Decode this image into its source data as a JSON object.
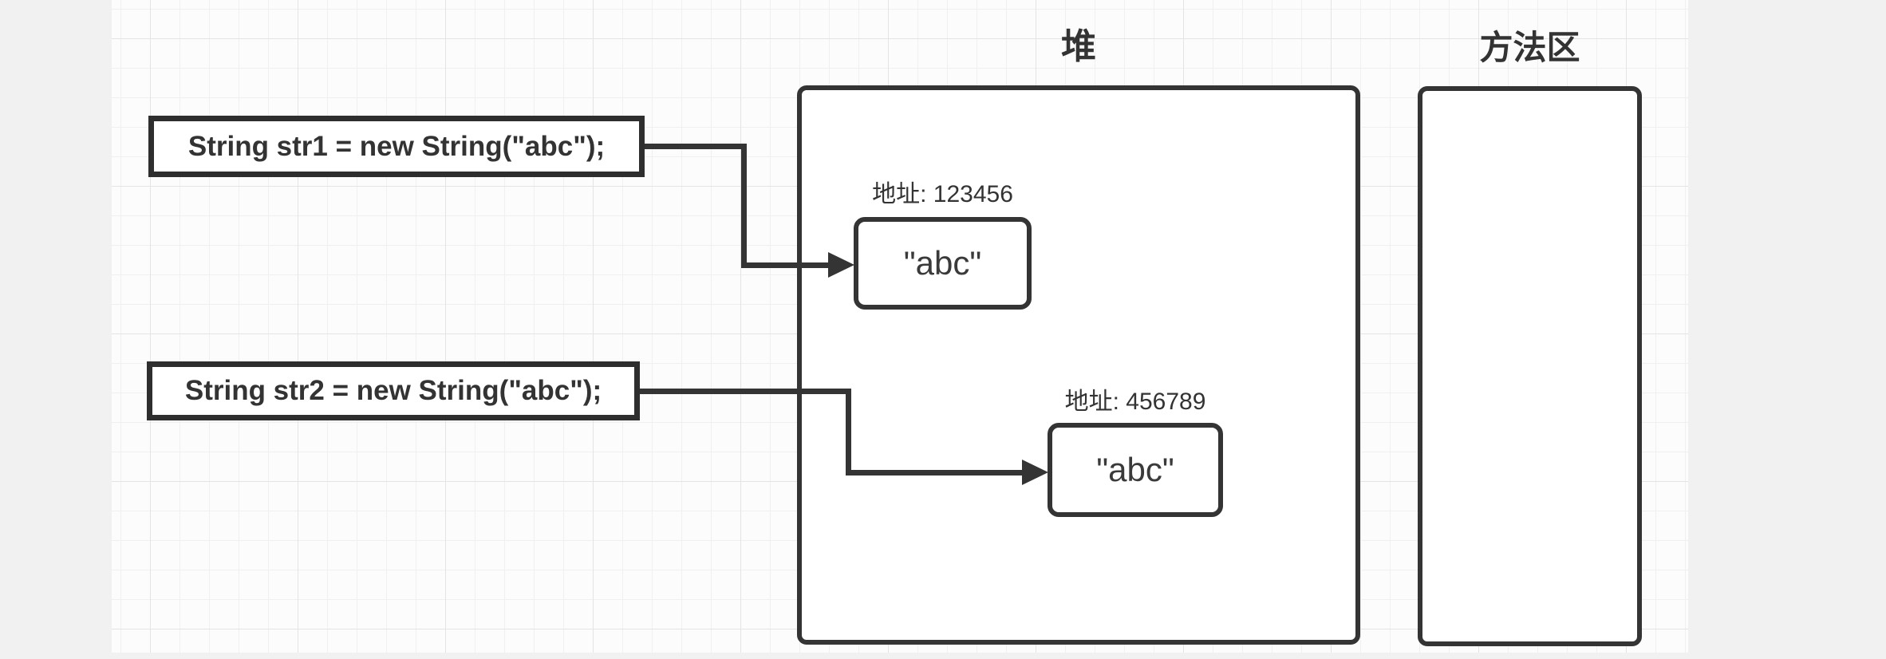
{
  "titles": {
    "heap": "堆",
    "method_area": "方法区"
  },
  "code_boxes": [
    {
      "label": "String str1 = new String(\"abc\");"
    },
    {
      "label": "String str2 = new String(\"abc\");"
    }
  ],
  "heap_objects": [
    {
      "address": "地址: 123456",
      "value": "\"abc\""
    },
    {
      "address": "地址: 456789",
      "value": "\"abc\""
    }
  ],
  "colors": {
    "stroke": "#343434",
    "text": "#333333",
    "canvas_bg": "#fcfcfc",
    "margin_bg": "#f1f1f2",
    "grid_minor": "#f0f0f0",
    "grid_major": "#e4e4e4",
    "shape_fill": "#ffffff"
  }
}
